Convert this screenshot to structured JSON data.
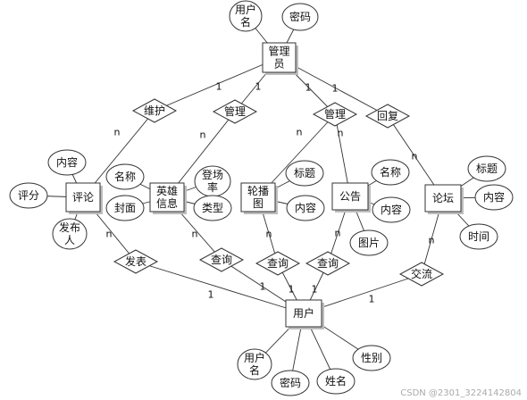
{
  "entities": [
    {
      "id": "admin",
      "lines": [
        "管理",
        "员"
      ]
    },
    {
      "id": "comment",
      "lines": [
        "评论"
      ]
    },
    {
      "id": "hero",
      "lines": [
        "英雄",
        "信息"
      ]
    },
    {
      "id": "carousel",
      "lines": [
        "轮播",
        "图"
      ]
    },
    {
      "id": "notice",
      "lines": [
        "公告"
      ]
    },
    {
      "id": "forum",
      "lines": [
        "论坛"
      ]
    },
    {
      "id": "user",
      "lines": [
        "用户"
      ]
    }
  ],
  "attributes": [
    {
      "id": "admin-username",
      "lines": [
        "用户",
        "名"
      ]
    },
    {
      "id": "admin-password",
      "lines": [
        "密码"
      ]
    },
    {
      "id": "comment-content",
      "lines": [
        "内容"
      ]
    },
    {
      "id": "comment-score",
      "lines": [
        "评分"
      ]
    },
    {
      "id": "comment-publisher",
      "lines": [
        "发布",
        "人"
      ]
    },
    {
      "id": "hero-name",
      "lines": [
        "名称"
      ]
    },
    {
      "id": "hero-cover",
      "lines": [
        "封面"
      ]
    },
    {
      "id": "hero-win-rate",
      "lines": [
        "登场",
        "率"
      ]
    },
    {
      "id": "hero-type",
      "lines": [
        "类型"
      ]
    },
    {
      "id": "carousel-title",
      "lines": [
        "标题"
      ]
    },
    {
      "id": "carousel-content",
      "lines": [
        "内容"
      ]
    },
    {
      "id": "notice-name",
      "lines": [
        "名称"
      ]
    },
    {
      "id": "notice-content",
      "lines": [
        "内容"
      ]
    },
    {
      "id": "notice-image",
      "lines": [
        "图片"
      ]
    },
    {
      "id": "forum-title",
      "lines": [
        "标题"
      ]
    },
    {
      "id": "forum-content",
      "lines": [
        "内容"
      ]
    },
    {
      "id": "forum-time",
      "lines": [
        "时间"
      ]
    },
    {
      "id": "user-username",
      "lines": [
        "用户",
        "名"
      ]
    },
    {
      "id": "user-password",
      "lines": [
        "密码"
      ]
    },
    {
      "id": "user-name",
      "lines": [
        "姓名"
      ]
    },
    {
      "id": "user-gender",
      "lines": [
        "性别"
      ]
    }
  ],
  "relationships": [
    {
      "id": "maintain",
      "label": "维护"
    },
    {
      "id": "manage-hero",
      "label": "管理"
    },
    {
      "id": "manage-notice",
      "label": "管理"
    },
    {
      "id": "reply",
      "label": "回复"
    },
    {
      "id": "publish",
      "label": "发表"
    },
    {
      "id": "query-hero",
      "label": "查询"
    },
    {
      "id": "query-carousel",
      "label": "查询"
    },
    {
      "id": "query-notice",
      "label": "查询"
    },
    {
      "id": "exchange",
      "label": "交流"
    }
  ],
  "cardinalities": [
    {
      "id": "admin-maintain",
      "label": "1"
    },
    {
      "id": "admin-manage-hero",
      "label": "1"
    },
    {
      "id": "admin-manage-notice",
      "label": "1"
    },
    {
      "id": "admin-reply",
      "label": "1"
    },
    {
      "id": "maintain-comment",
      "label": "n"
    },
    {
      "id": "manage-hero-hero",
      "label": "n"
    },
    {
      "id": "manage-notice-carousel",
      "label": "n"
    },
    {
      "id": "manage-notice-notice",
      "label": "n"
    },
    {
      "id": "reply-forum",
      "label": "n"
    },
    {
      "id": "comment-publish",
      "label": "n"
    },
    {
      "id": "hero-query",
      "label": "n"
    },
    {
      "id": "carousel-query",
      "label": "n"
    },
    {
      "id": "notice-query",
      "label": "n"
    },
    {
      "id": "forum-exchange",
      "label": "n"
    },
    {
      "id": "publish-user",
      "label": "1"
    },
    {
      "id": "query-hero-user",
      "label": "1"
    },
    {
      "id": "query-carousel-user",
      "label": "1"
    },
    {
      "id": "query-notice-user",
      "label": "1"
    },
    {
      "id": "exchange-user",
      "label": "1"
    }
  ],
  "watermark": "CSDN @2301_3224142804"
}
